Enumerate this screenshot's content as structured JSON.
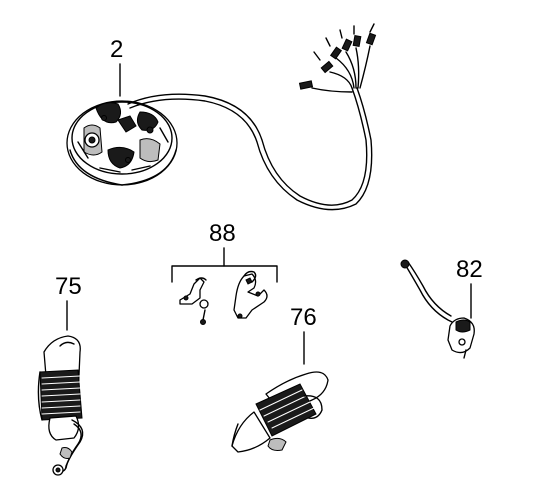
{
  "callouts": [
    {
      "id": "stator",
      "label": "2"
    },
    {
      "id": "contact-kit",
      "label": "88"
    },
    {
      "id": "ignition-coil-a",
      "label": "75"
    },
    {
      "id": "ignition-coil-b",
      "label": "76"
    },
    {
      "id": "condenser",
      "label": "82"
    }
  ]
}
